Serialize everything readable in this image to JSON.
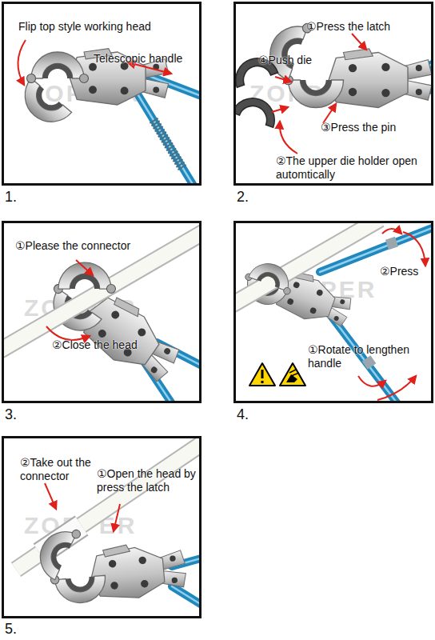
{
  "diagram": {
    "nodes": [
      {
        "text": [
          "Flip top style working head",
          "Telescopic handle"
        ]
      },
      {
        "text": [
          "①Press the latch",
          "④Push die",
          "③Press the pin",
          "②The upper die holder open automtically"
        ]
      },
      {
        "text": [
          "①Please the connector",
          "②Close the head"
        ]
      },
      {
        "text": [
          "②Press",
          "①Rotate to lengthen handle"
        ]
      },
      {
        "text": [
          "②Take out the connector",
          "①Open the head by press the latch"
        ]
      }
    ],
    "labels": [
      "ZOPPER",
      "1.",
      "ZOPPER",
      "2.",
      "ZOPPER",
      "3.",
      "ZOPPER",
      "4.",
      "ZOPPER",
      "5."
    ]
  }
}
